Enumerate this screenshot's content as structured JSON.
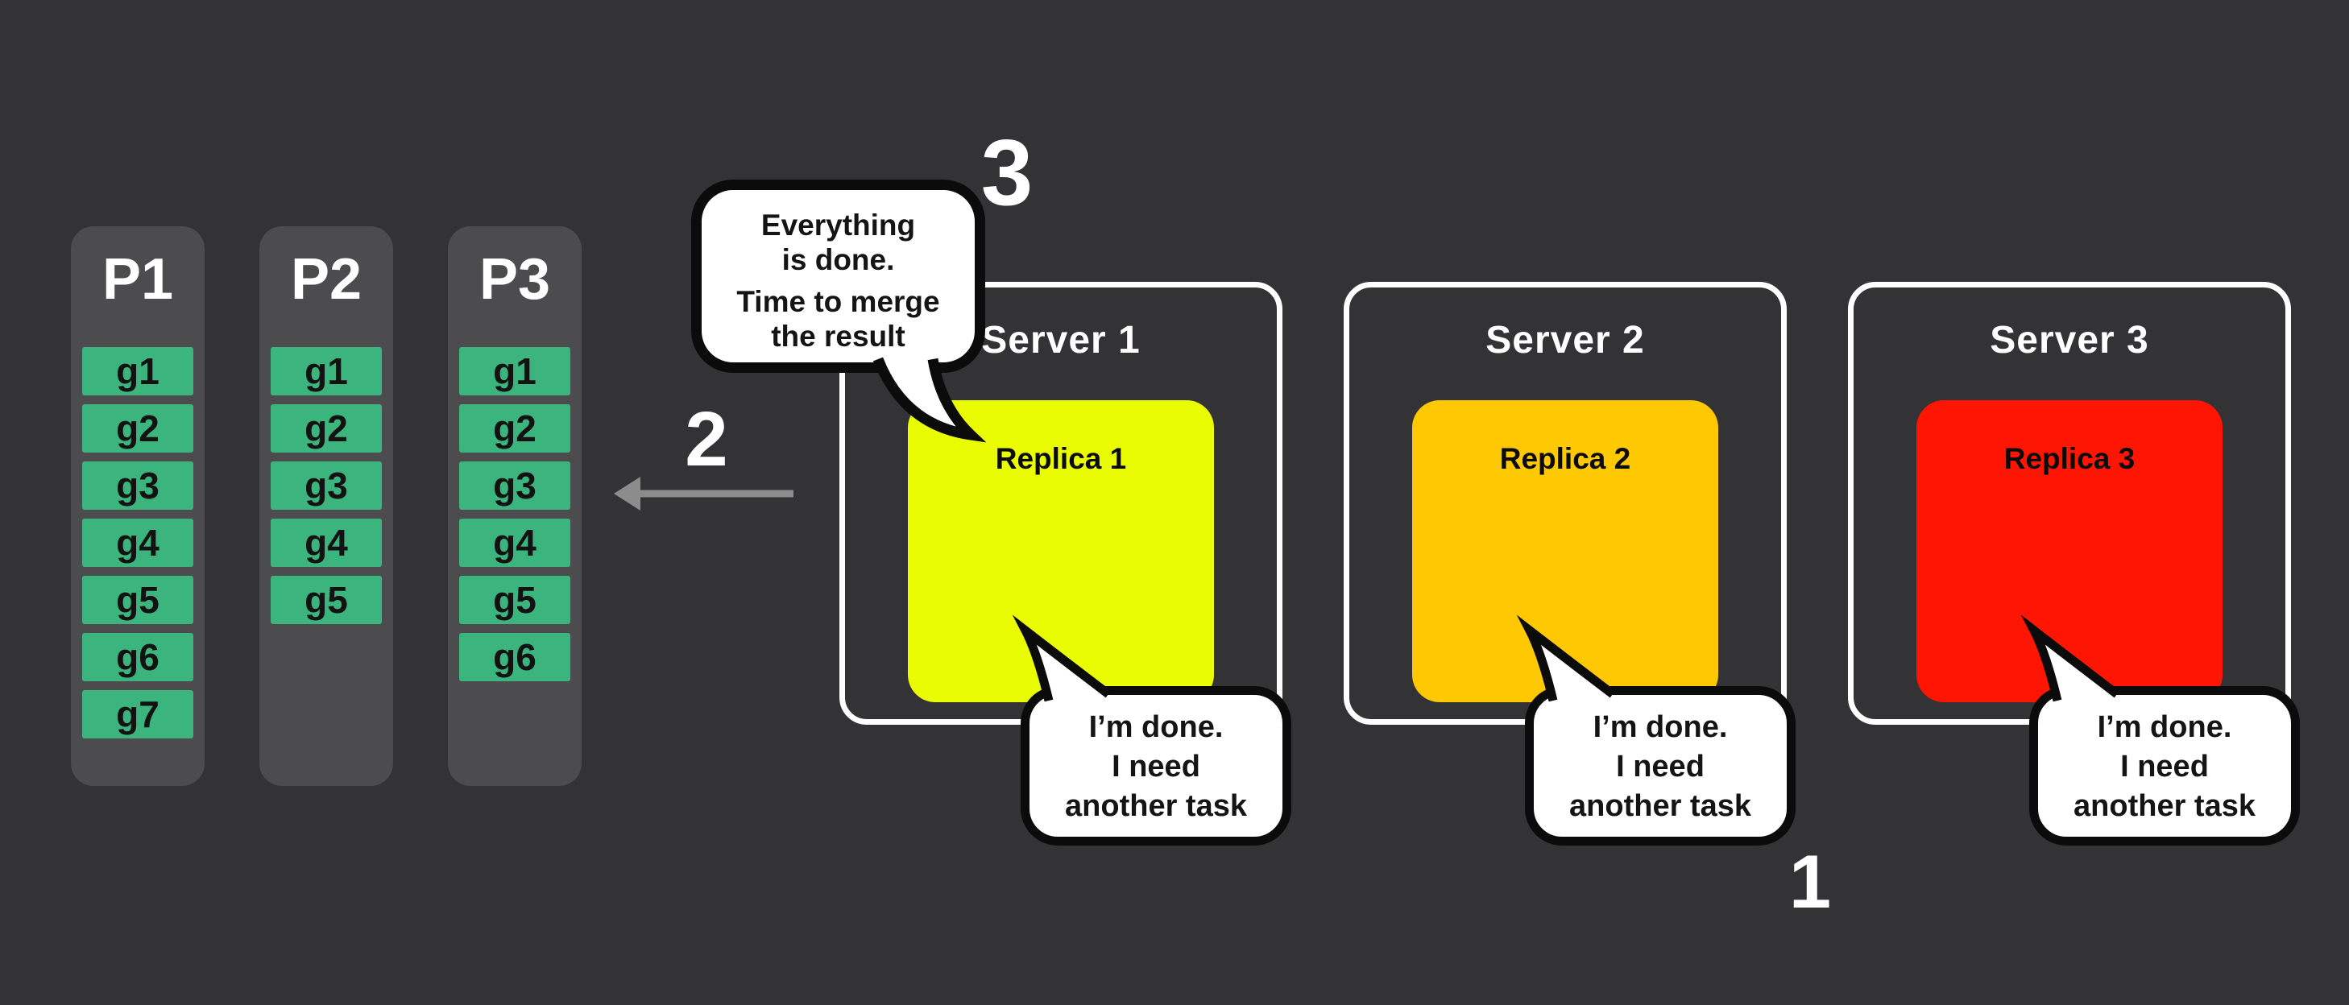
{
  "canvas": {
    "background": "#333234"
  },
  "palette": {
    "column_bg": "#4c4c4e",
    "task_green": "#3cb47e",
    "replica_yellow": "#eafc02",
    "replica_orange": "#fec802",
    "replica_red": "#fe1504",
    "arrow_gray": "#8c8c8c",
    "server_outline": "#ffffff",
    "bubble_border": "#0b0b0b"
  },
  "processes": [
    {
      "label": "P1",
      "tasks": [
        "g1",
        "g2",
        "g3",
        "g4",
        "g5",
        "g6",
        "g7"
      ]
    },
    {
      "label": "P2",
      "tasks": [
        "g1",
        "g2",
        "g3",
        "g4",
        "g5"
      ]
    },
    {
      "label": "P3",
      "tasks": [
        "g1",
        "g2",
        "g3",
        "g4",
        "g5",
        "g6"
      ]
    }
  ],
  "servers": [
    {
      "label": "Server 1",
      "replica": {
        "label": "Replica 1",
        "color": "#eafc02"
      }
    },
    {
      "label": "Server 2",
      "replica": {
        "label": "Replica 2",
        "color": "#fec802"
      }
    },
    {
      "label": "Server 3",
      "replica": {
        "label": "Replica 3",
        "color": "#fe1504"
      }
    }
  ],
  "task_request_bubbles": [
    {
      "lines": [
        "I’m done.",
        "I need",
        "another task"
      ]
    },
    {
      "lines": [
        "I’m done.",
        "I need",
        "another task"
      ]
    },
    {
      "lines": [
        "I’m done.",
        "I need",
        "another task"
      ]
    }
  ],
  "merge_bubble": {
    "lines": [
      "Everything",
      "is done.",
      "Time to merge",
      "the result"
    ]
  },
  "step_numbers": [
    {
      "value": "1"
    },
    {
      "value": "2"
    },
    {
      "value": "3"
    }
  ]
}
